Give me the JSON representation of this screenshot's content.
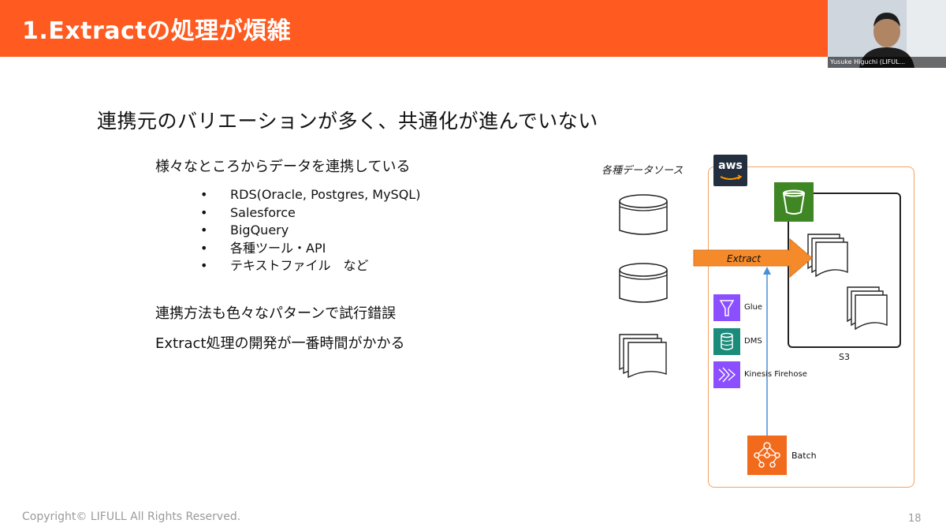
{
  "slide": {
    "title": "1.Extractの処理が煩雑",
    "headline": "連携元のバリエーションが多く、共通化が進んでいない",
    "sub1": "様々なところからデータを連携している",
    "bullets": [
      "RDS(Oracle, Postgres, MySQL)",
      "Salesforce",
      "BigQuery",
      "各種ツール・API",
      "テキストファイル　など"
    ],
    "bullet_char": "•",
    "sub2": "連携方法も色々なパターンで試行錯誤",
    "sub3": "Extract処理の開発が一番時間がかかる",
    "copyright": "Copyright© LIFULL All Rights Reserved.",
    "page_number": "18"
  },
  "video": {
    "participant_name": "Yusuke Higuchi (LIFUL..."
  },
  "diagram": {
    "sources_label": "各種データソース",
    "aws_label": "aws",
    "extract_label": "Extract",
    "s3_label": "S3",
    "services": [
      {
        "name": "Glue",
        "icon": "glue-icon"
      },
      {
        "name": "DMS",
        "icon": "dms-icon"
      },
      {
        "name": "Kinesis Firehose",
        "icon": "kinesis-firehose-icon"
      }
    ],
    "batch_label": "Batch",
    "colors": {
      "accent": "#ff5a1f",
      "aws_border": "#f4a261",
      "s3_green": "#3f8624",
      "service_purple": "#8c4fff",
      "dms_teal": "#1b8b7a",
      "batch_orange": "#f26a1b",
      "extract_arrow": "#f58a2a",
      "flow_arrow": "#4a90d9"
    }
  }
}
